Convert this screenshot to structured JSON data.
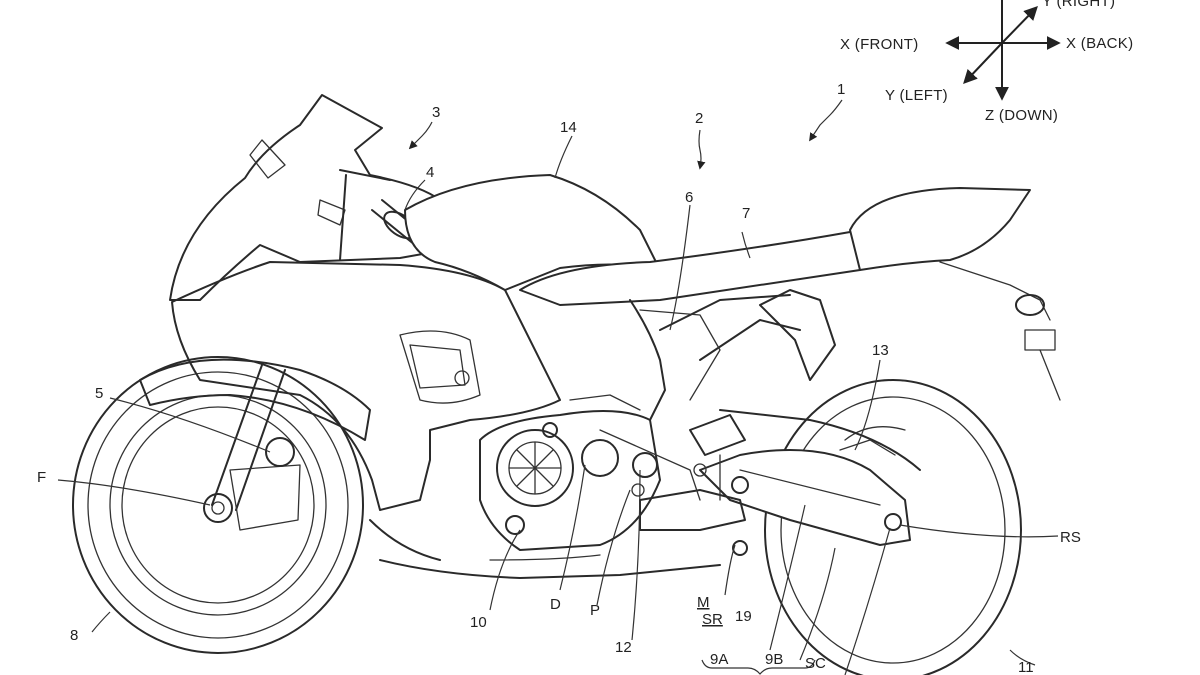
{
  "axes": {
    "front": "X (FRONT)",
    "back": "X (BACK)",
    "right": "Y (RIGHT)",
    "left": "Y (LEFT)",
    "down": "Z (DOWN)"
  },
  "labels": {
    "l1": "1",
    "l2": "2",
    "l3": "3",
    "l4": "4",
    "l5": "5",
    "l6": "6",
    "l7": "7",
    "l8": "8",
    "l9a": "9A",
    "l9b": "9B",
    "l10": "10",
    "l11": "11",
    "l12": "12",
    "l13": "13",
    "l14": "14",
    "l19": "19",
    "lF": "F",
    "lD": "D",
    "lP": "P",
    "lM": "M",
    "lSR": "SR",
    "lSC": "SC",
    "lRS": "RS"
  }
}
